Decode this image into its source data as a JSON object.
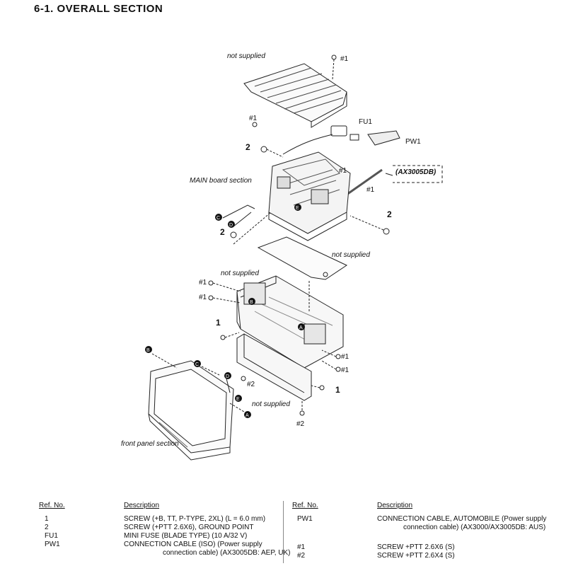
{
  "title": "6-1.   OVERALL SECTION",
  "labels": {
    "not_supplied": "not supplied",
    "main_board": "MAIN board section",
    "front_panel": "front panel section",
    "fu1": "FU1",
    "pw1": "PW1",
    "ax3005db": "(AX3005DB)",
    "screw1": "#1",
    "screw2": "#2",
    "ref1": "1",
    "ref2": "2",
    "conn_a": "A",
    "conn_b": "B",
    "conn_c": "C",
    "conn_d": "D",
    "conn_e": "E"
  },
  "table": {
    "headers": {
      "ref": "Ref. No.",
      "desc": "Description"
    },
    "left": [
      {
        "ref": "1",
        "desc": [
          "SCREW (+B, TT, P-TYPE, 2XL) (L = 6.0 mm)"
        ]
      },
      {
        "ref": "2",
        "desc": [
          "SCREW (+PTT 2.6X6), GROUND POINT"
        ]
      },
      {
        "ref": "FU1",
        "desc": [
          "MINI FUSE (BLADE TYPE) (10 A/32 V)"
        ]
      },
      {
        "ref": "PW1",
        "desc": [
          "CONNECTION CABLE (ISO) (Power supply",
          "connection cable) (AX3005DB: AEP, UK)"
        ]
      }
    ],
    "right": [
      {
        "ref": "PW1",
        "desc": [
          "CONNECTION CABLE, AUTOMOBILE (Power supply",
          "connection cable) (AX3000/AX3005DB: AUS)"
        ]
      },
      {
        "ref": "#1",
        "desc": [
          "SCREW +PTT 2.6X6 (S)"
        ]
      },
      {
        "ref": "#2",
        "desc": [
          "SCREW +PTT 2.6X4 (S)"
        ]
      }
    ]
  }
}
